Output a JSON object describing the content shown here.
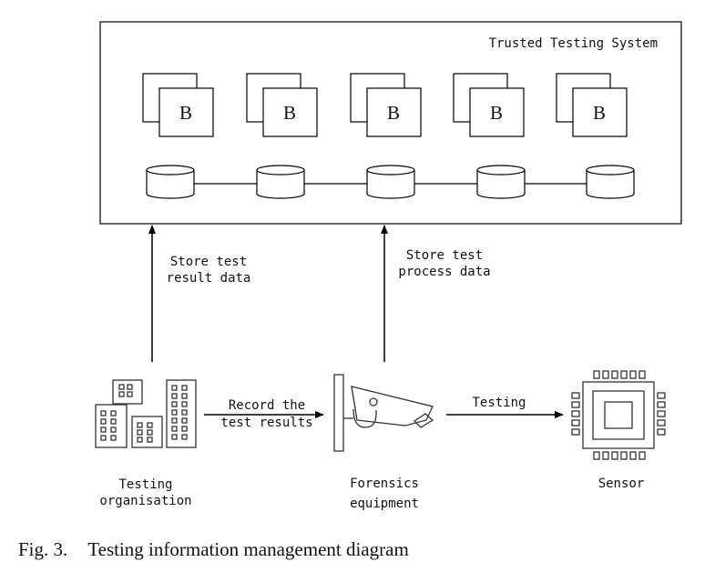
{
  "system": {
    "title": "Trusted Testing System",
    "blocks": [
      {
        "label": "B"
      },
      {
        "label": "B"
      },
      {
        "label": "B"
      },
      {
        "label": "B"
      },
      {
        "label": "B"
      }
    ],
    "ledger_node_count": 5
  },
  "edges": {
    "store_result": [
      "Store test",
      "result data"
    ],
    "store_process": [
      "Store test",
      "process data"
    ],
    "record": [
      "Record the",
      "test results"
    ],
    "testing": "Testing"
  },
  "entities": {
    "organisation": [
      "Testing",
      "organisation"
    ],
    "forensics": [
      "Forensics",
      "equipment"
    ],
    "sensor": "Sensor"
  },
  "caption": {
    "number": "Fig. 3.",
    "text": "Testing information management diagram"
  }
}
